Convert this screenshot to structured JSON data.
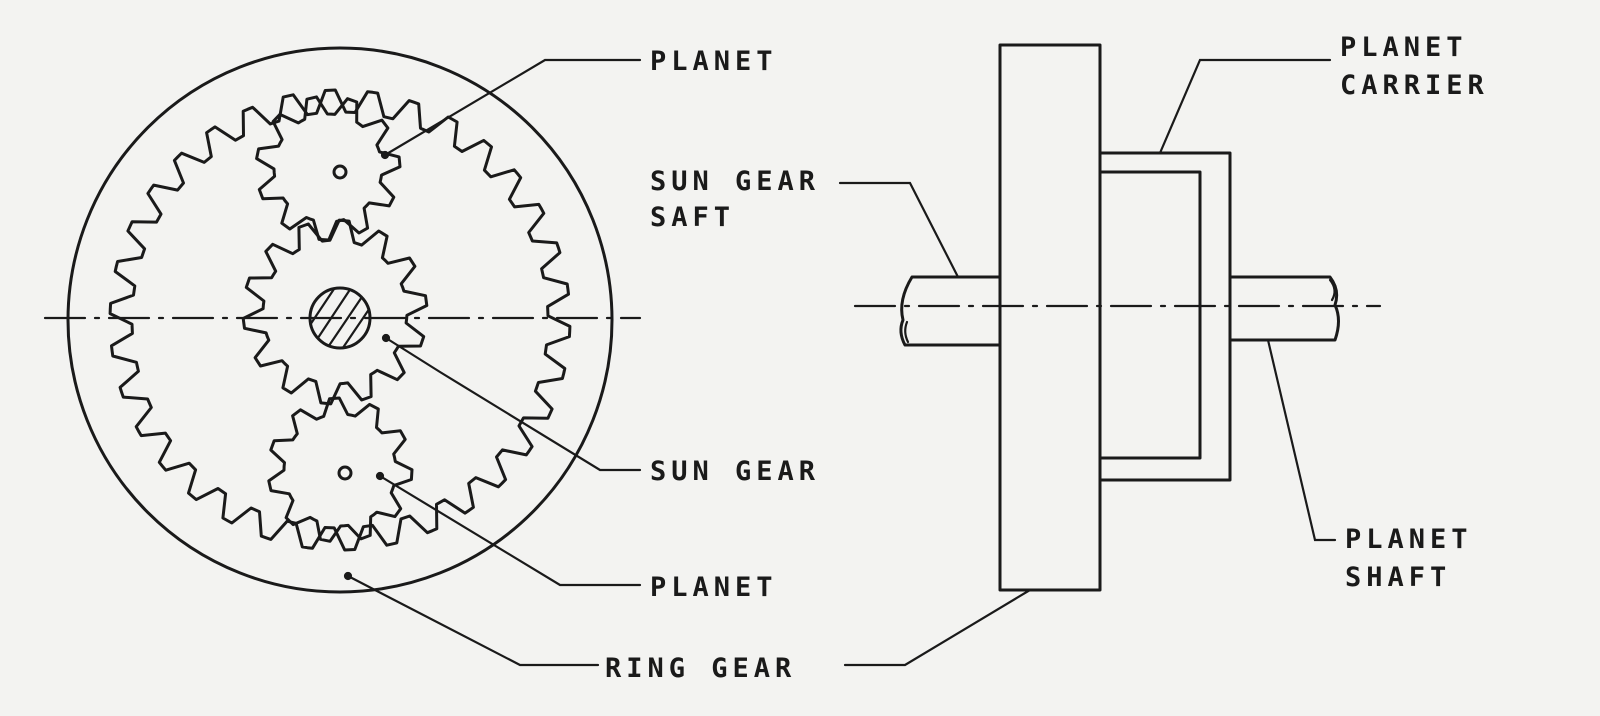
{
  "labels": {
    "planet_top": "PLANET",
    "sun_gear": "SUN GEAR",
    "planet_bottom": "PLANET",
    "ring_gear": "RING GEAR",
    "planet_carrier_line1": "PLANET",
    "planet_carrier_line2": "CARRIER",
    "sun_gear_shaft_line1": "SUN GEAR",
    "sun_gear_shaft_line2": "SAFT",
    "planet_shaft_line1": "PLANET",
    "planet_shaft_line2": "SHAFT"
  }
}
